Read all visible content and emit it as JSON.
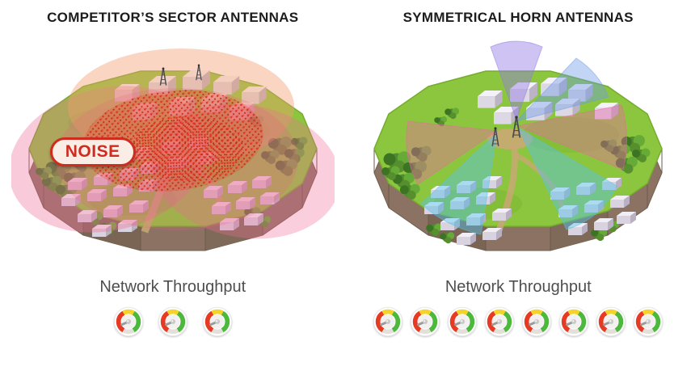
{
  "left_panel": {
    "title": "COMPETITOR’S SECTOR ANTENNAS",
    "noise_label": "NOISE",
    "throughput_label": "Network Throughput",
    "gauge_count": 3
  },
  "right_panel": {
    "title": "SYMMETRICAL HORN ANTENNAS",
    "throughput_label": "Network Throughput",
    "gauge_count": 8
  },
  "icons": {
    "gauge": "speedometer-gauge-icon"
  },
  "colors": {
    "grass": "#8cc63e",
    "cliff": "#8b7263",
    "noise_red": "#cf2b1e",
    "sector_pink": "#ef6a95",
    "sector_orange": "#f29d6d",
    "beam_purple": "#9279e2",
    "beam_blue": "#6e9ae8",
    "beam_pink": "#ef64a8",
    "beam_cyan": "#55c4ec",
    "gauge_red": "#e63a23",
    "gauge_yellow": "#f6d32b",
    "gauge_green": "#4cb83c",
    "gauge_needle": "#9a9a9a"
  }
}
